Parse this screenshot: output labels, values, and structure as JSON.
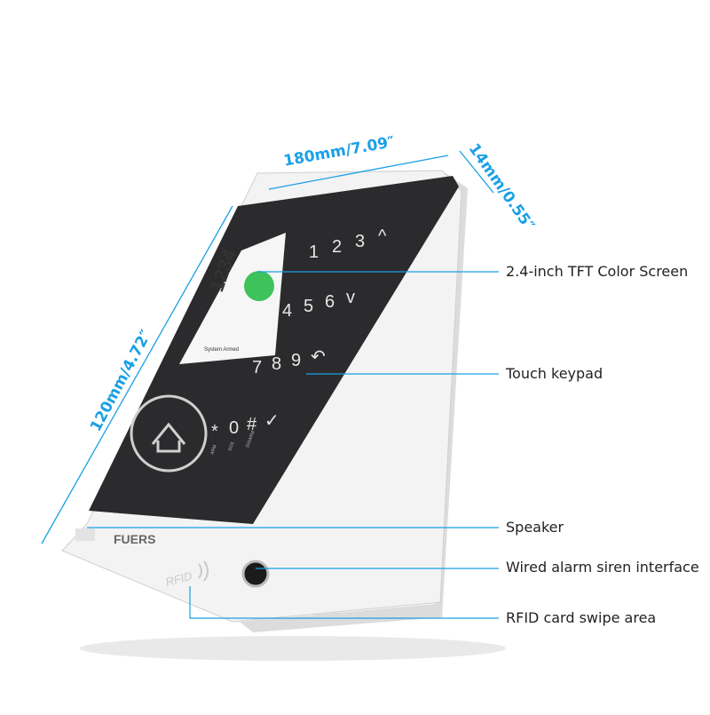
{
  "dimensions": {
    "width_label": "180mm/7.09″",
    "height_label": "120mm/4.72″",
    "depth_label": "14mm/0.55″"
  },
  "callouts": {
    "screen": "2.4-inch TFT Color Screen",
    "keypad": "Touch keypad",
    "speaker": "Speaker",
    "siren": "Wired alarm siren interface",
    "rfid": "RFID card swipe area"
  },
  "device": {
    "brand": "FUERS",
    "rfid_mark": "RFID",
    "keypad_keys": [
      "1",
      "2",
      "3",
      "^",
      "4",
      "5",
      "6",
      "v",
      "7",
      "8",
      "9",
      "↶",
      "*",
      "0",
      "#",
      "✓"
    ],
    "bottom_key_labels": [
      "ARM",
      "SOS",
      "DISARM"
    ],
    "screen_digits": "1234",
    "screen_status": "System Armed"
  },
  "colors": {
    "dimension_line": "#1aa0e6",
    "callout_line": "#1aa0e6",
    "device_frame": "#f1f1f1",
    "device_glass": "#2b2b2d",
    "status_green": "#3ec25a"
  }
}
